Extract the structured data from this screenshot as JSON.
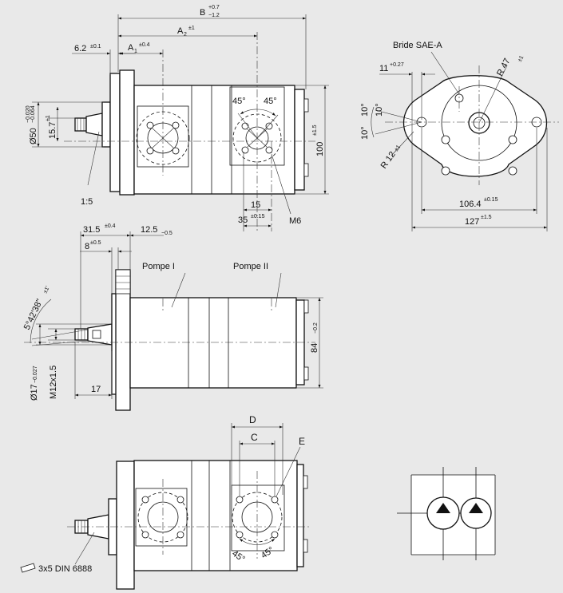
{
  "top_view": {
    "dim_b": "B",
    "dim_b_tol_upper": "+0.7",
    "dim_b_tol_lower": "−1.2",
    "dim_a2": "A",
    "dim_a2_sub": "2",
    "dim_a2_tol": "±1",
    "dim_a1": "A",
    "dim_a1_sub": "1",
    "dim_a1_tol": "±0.4",
    "dim_6_2": "6.2",
    "dim_6_2_tol": "±0.1",
    "dim_dia50": "Ø50",
    "dim_dia50_tol_upper": "−0.020",
    "dim_dia50_tol_lower": "−0.064",
    "dim_15_7": "15.7",
    "dim_15_7_tol": "±1",
    "taper": "1:5",
    "angle_left": "45°",
    "angle_right": "45°",
    "dim_15": "15",
    "dim_35": "35",
    "dim_35_tol": "±0.15",
    "thread": "M6",
    "dim_100": "100",
    "dim_100_tol": "±1.5"
  },
  "flange_view": {
    "label": "Bride SAE-A",
    "dim_11": "11",
    "dim_11_tol": "+0.27",
    "radius_47": "R 47",
    "radius_47_tol": "±1",
    "angle_10a": "10°",
    "angle_10b": "10°",
    "angle_10c": "10°",
    "radius_12": "R 12",
    "radius_12_tol": "±1",
    "dim_106_4": "106.4",
    "dim_106_4_tol": "±0.15",
    "dim_127": "127",
    "dim_127_tol": "±1.5"
  },
  "side_view": {
    "dim_31_5": "31.5",
    "dim_31_5_tol": "±0.4",
    "dim_12_5": "12.5",
    "dim_12_5_tol": "−0.5",
    "dim_8": "8",
    "dim_8_tol": "±0.5",
    "pump_1": "Pompe I",
    "pump_2": "Pompe II",
    "angle_taper": "5°42'38\"",
    "angle_taper_tol": "±1'",
    "dim_dia17": "Ø17",
    "dim_dia17_tol": "−0.027",
    "thread": "M12x1.5",
    "dim_17": "17",
    "dim_84": "84",
    "dim_84_tol": "−0.2"
  },
  "bottom_view": {
    "dim_d": "D",
    "dim_c": "C",
    "label_e": "E",
    "angle_left": "45°",
    "angle_right": "45°",
    "key": "3x5 DIN 6888"
  }
}
